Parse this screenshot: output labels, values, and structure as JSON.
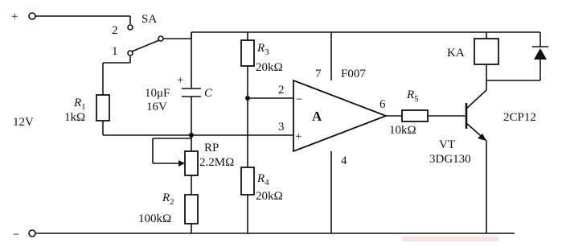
{
  "supply": {
    "plus": "+",
    "minus": "−",
    "voltage": "12V"
  },
  "switch": {
    "name": "SA",
    "pos1": "1",
    "pos2": "2"
  },
  "r1": {
    "sym": "R",
    "sub": "1",
    "value": "1kΩ"
  },
  "capacitor": {
    "value": "10μF",
    "voltage": "16V",
    "sym": "C",
    "polarity": "+"
  },
  "rp": {
    "name": "RP",
    "value": "2.2MΩ"
  },
  "r2": {
    "sym": "R",
    "sub": "2",
    "value": "100kΩ"
  },
  "r3": {
    "sym": "R",
    "sub": "3",
    "value": "20kΩ"
  },
  "r4": {
    "sym": "R",
    "sub": "4",
    "value": "20kΩ"
  },
  "opamp": {
    "label": "A",
    "model": "F007",
    "pin2": "2",
    "pin3": "3",
    "pin4": "4",
    "pin6": "6",
    "pin7": "7",
    "minus": "−",
    "plus": "+"
  },
  "r5": {
    "sym": "R",
    "sub": "5",
    "value": "10kΩ"
  },
  "transistor": {
    "name": "VT",
    "model": "3DG130"
  },
  "relay": {
    "name": "KA"
  },
  "diode": {
    "model": "2CP12"
  }
}
